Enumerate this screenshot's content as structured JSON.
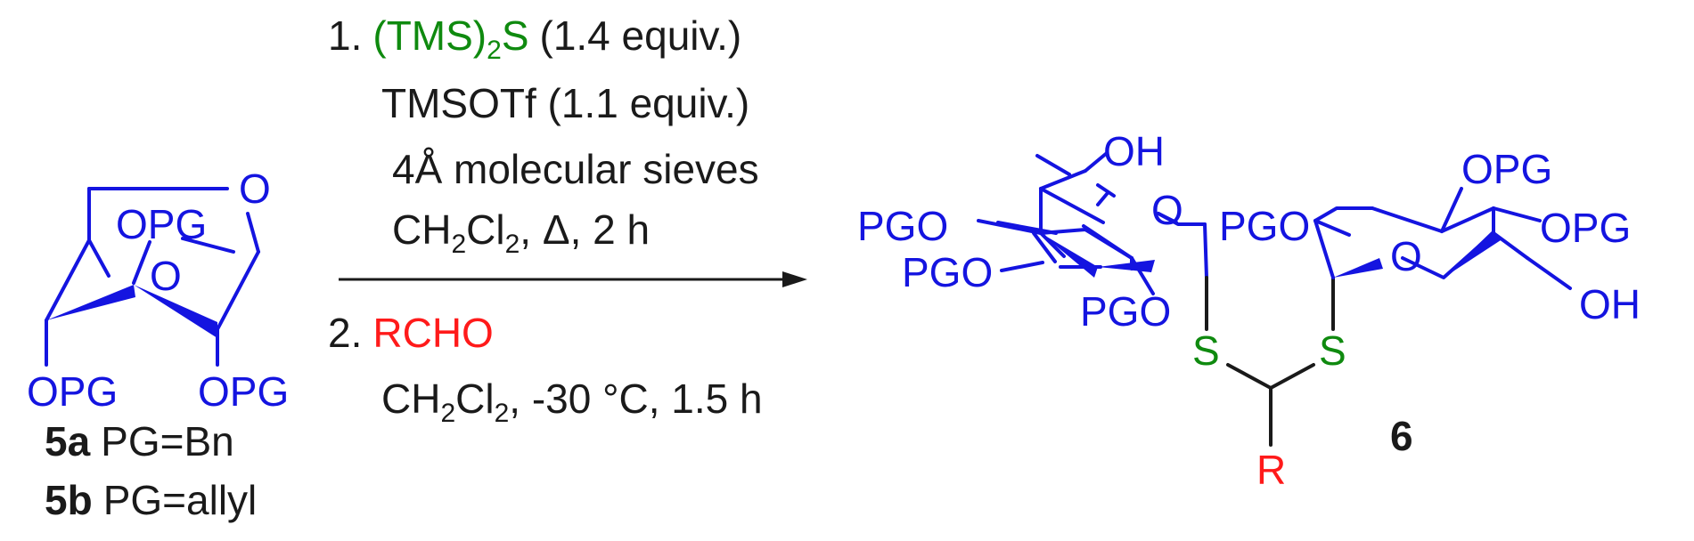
{
  "colors": {
    "atoms": "#1414e0",
    "reagent": "#0f8a0f",
    "aldehyde": "#ff1a1a",
    "text": "#1a1a1a"
  },
  "reactant": {
    "ring_o_top": "O",
    "opg_upper": "OPG",
    "bridge_o": "O",
    "opg_left": "OPG",
    "opg_right": "OPG",
    "compound_a_id": "5a",
    "compound_a_desc": "PG=Bn",
    "compound_b_id": "5b",
    "compound_b_desc": "PG=allyl"
  },
  "conditions": {
    "step1_number": "1.",
    "step1_reagent": "(TMS)",
    "step1_reagent_sub": "2",
    "step1_reagent_tail": "S",
    "step1_amount": "(1.4 equiv.)",
    "line2": "TMSOTf (1.1 equiv.)",
    "line3": "4Å molecular sieves",
    "line4_a": "CH",
    "line4_sub1": "2",
    "line4_b": "Cl",
    "line4_sub2": "2",
    "line4_c": ", Δ, 2 h",
    "step2_number": "2.",
    "step2_reagent": "RCHO",
    "line6_a": "CH",
    "line6_sub1": "2",
    "line6_b": "Cl",
    "line6_sub2": "2",
    "line6_c": ", -30 °C, 1.5 h"
  },
  "product": {
    "left_oh": "OH",
    "left_ring_o": "O",
    "left_pgo_1": "PGO",
    "left_pgo_2": "PGO",
    "left_pgo_3": "PGO",
    "sulfur_left": "S",
    "sulfur_right": "S",
    "r_group": "R",
    "right_pgo": "PGO",
    "right_opg_top": "OPG",
    "right_opg_side": "OPG",
    "right_ring_o": "O",
    "right_oh": "OH",
    "compound_id": "6"
  }
}
